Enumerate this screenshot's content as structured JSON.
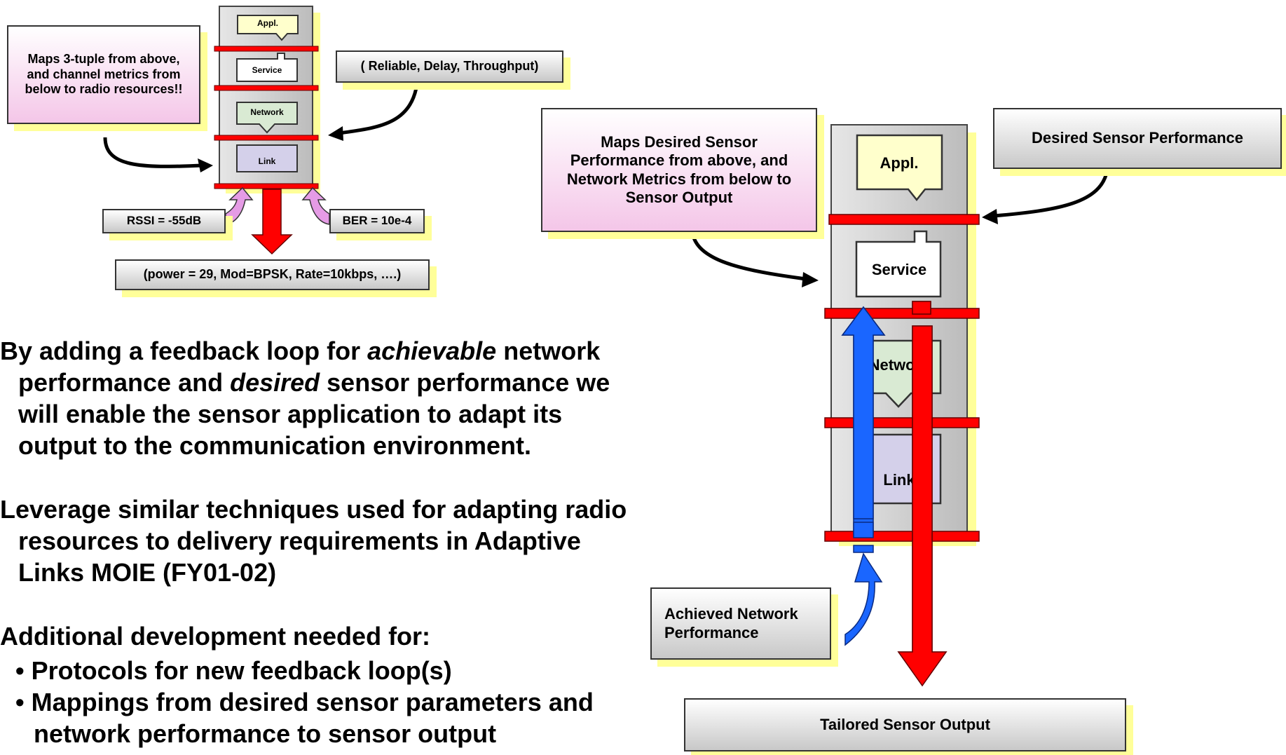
{
  "small_diagram": {
    "layers": [
      "Appl.",
      "Service",
      "Network",
      "Link"
    ],
    "maps_box": "Maps 3-tuple from above, and channel metrics from below to radio resources!!",
    "tuple_box": "( Reliable, Delay, Throughput)",
    "rssi": "RSSI = -55dB",
    "ber": "BER = 10e-4",
    "radio_params": "(power = 29, Mod=BPSK, Rate=10kbps, ….)"
  },
  "large_diagram": {
    "layers": [
      "Appl.",
      "Service",
      "Network",
      "Link"
    ],
    "maps_box": "Maps Desired Sensor Performance from above, and Network Metrics from below to Sensor Output",
    "desired_box": "Desired Sensor Performance",
    "achieved_box": "Achieved Network Performance",
    "output_box": "Tailored Sensor Output"
  },
  "text": {
    "para1_a": "By adding a feedback loop for ",
    "para1_em1": "achievable",
    "para1_b": " network performance and ",
    "para1_em2": "desired",
    "para1_c": " sensor performance we will enable the sensor application to adapt its output to the communication environment.",
    "para2": "Leverage similar techniques used for adapting radio resources to delivery requirements in Adaptive Links MOIE (FY01-02)",
    "para3": "Additional development needed for:",
    "sub1": "• Protocols for new feedback loop(s)",
    "sub2": "• Mappings from desired sensor parameters and network performance to sensor output"
  },
  "colors": {
    "appl": "#ffffcc",
    "service": "#ffffff",
    "network": "#d9ead3",
    "link": "#d4d0ea",
    "stack_bar": "#ff0000",
    "up_arrow": "#1a66ff",
    "down_arrow": "#ff0000",
    "curved_arrow_small": "#e59be5",
    "shadow": "#ffff99",
    "pink_box": "#f4c6e8"
  }
}
